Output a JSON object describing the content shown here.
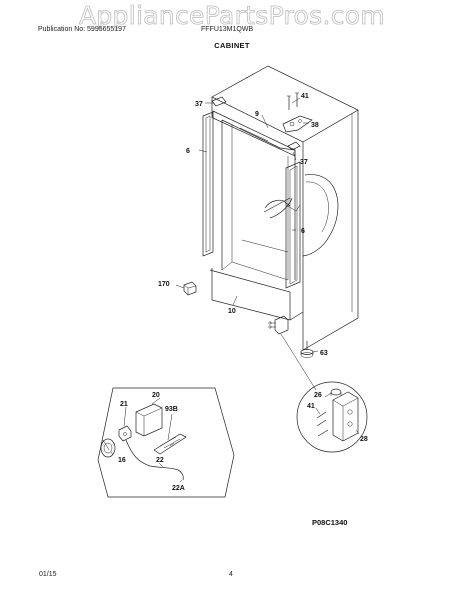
{
  "watermark": "AppliancePartsPros.com",
  "header": {
    "publication": "Publication No: 5995655197",
    "model": "FFFU13M1QWB"
  },
  "section_title": "CABINET",
  "diagram_code": "P08C1340",
  "footer": {
    "date": "01/15",
    "page": "4"
  },
  "callouts": {
    "c41_top": "41",
    "c38": "38",
    "c37_left": "37",
    "c9": "9",
    "c37_right": "37",
    "c6_left": "6",
    "c6_right": "6",
    "c170": "170",
    "c10": "10",
    "c63": "63",
    "c20": "20",
    "c21": "21",
    "c93b": "93B",
    "c16": "16",
    "c22": "22",
    "c22a": "22A",
    "c26": "26",
    "c41_inset": "41",
    "c28": "28"
  }
}
